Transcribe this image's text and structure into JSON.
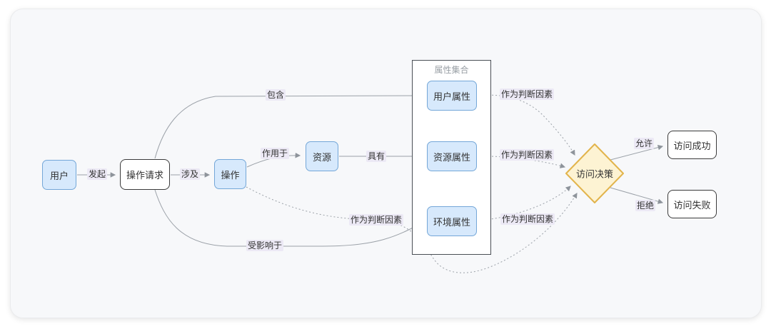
{
  "diagram_type": "flowchart",
  "colors": {
    "card_bg": "#f7f8fa",
    "blue_node_fill": "#d7e9fc",
    "blue_node_border": "#74a7d8",
    "plain_node_fill": "#ffffff",
    "plain_node_border": "#3b3b3b",
    "decision_fill": "#fdf3d3",
    "decision_border": "#e2b44c",
    "edge_stroke": "#9ba1a8",
    "edge_label_bg": "#ece9f5",
    "group_title_color": "#9aa0a6"
  },
  "nodes": {
    "user": "用户",
    "op_request": "操作请求",
    "operation": "操作",
    "resource": "资源",
    "user_attr": "用户属性",
    "resource_attr": "资源属性",
    "env_attr": "环境属性",
    "decision": "访问决策",
    "success": "访问成功",
    "fail": "访问失败"
  },
  "group": {
    "title": "属性集合"
  },
  "edge_labels": {
    "initiate": "发起",
    "involve": "涉及",
    "contain": "包含",
    "act_on": "作用于",
    "have": "具有",
    "affected_by": "受影响于",
    "factor_from_operation": "作为判断因素",
    "factor_from_user_attr": "作为判断因素",
    "factor_from_resource_attr": "作为判断因素",
    "factor_from_env_attr": "作为判断因素",
    "allow": "允许",
    "deny": "拒绝"
  }
}
